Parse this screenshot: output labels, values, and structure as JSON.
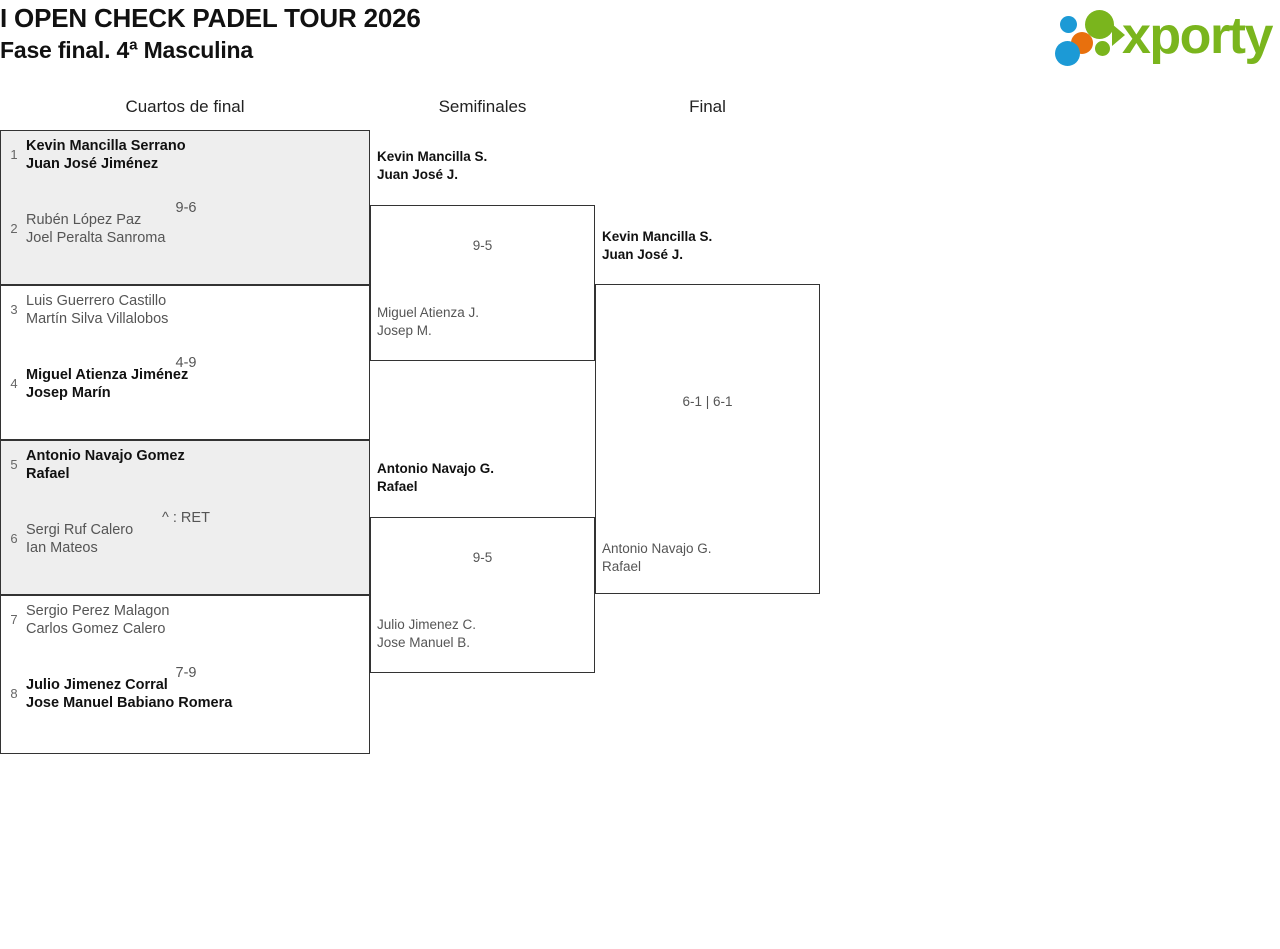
{
  "header": {
    "tournament_title": "I OPEN CHECK PADEL TOUR 2026",
    "subtitle": "Fase final. 4ª Masculina",
    "logo": {
      "wordmark": "xporty",
      "icon_name": "xporty-dots-logo",
      "colors": {
        "green": "#7ab51d",
        "blue": "#1c9ad6",
        "orange": "#e8700d"
      }
    }
  },
  "rounds": {
    "quarterfinals_label": "Cuartos de final",
    "semifinals_label": "Semifinales",
    "final_label": "Final"
  },
  "bracket": {
    "quarterfinals": [
      {
        "score": "9-6",
        "top": {
          "seed": "1",
          "player1": "Kevin Mancilla Serrano",
          "player2": "Juan José Jiménez",
          "result": "winner"
        },
        "bottom": {
          "seed": "2",
          "player1": "Rubén López Paz",
          "player2": "Joel Peralta Sanroma",
          "result": "loser"
        }
      },
      {
        "score": "4-9",
        "top": {
          "seed": "3",
          "player1": "Luis Guerrero Castillo",
          "player2": "Martín Silva Villalobos",
          "result": "loser"
        },
        "bottom": {
          "seed": "4",
          "player1": "Miguel Atienza Jiménez",
          "player2": "Josep Marín",
          "result": "winner"
        }
      },
      {
        "score": "^ : RET",
        "top": {
          "seed": "5",
          "player1": "Antonio Navajo Gomez",
          "player2": "Rafael",
          "result": "winner"
        },
        "bottom": {
          "seed": "6",
          "player1": "Sergi Ruf Calero",
          "player2": "Ian Mateos",
          "result": "loser"
        }
      },
      {
        "score": "7-9",
        "top": {
          "seed": "7",
          "player1": "Sergio Perez Malagon",
          "player2": "Carlos Gomez Calero",
          "result": "loser"
        },
        "bottom": {
          "seed": "8",
          "player1": "Julio Jimenez Corral",
          "player2": "Jose Manuel Babiano Romera",
          "result": "winner"
        }
      }
    ],
    "semifinals": [
      {
        "score": "9-5",
        "top": {
          "player1": "Kevin Mancilla S.",
          "player2": "Juan José J.",
          "result": "winner"
        },
        "bottom": {
          "player1": "Miguel Atienza J.",
          "player2": "Josep M.",
          "result": "loser"
        }
      },
      {
        "score": "9-5",
        "top": {
          "player1": "Antonio Navajo G.",
          "player2": "Rafael",
          "result": "winner"
        },
        "bottom": {
          "player1": "Julio Jimenez C.",
          "player2": "Jose Manuel B.",
          "result": "loser"
        }
      }
    ],
    "final": {
      "score": "6-1 | 6-1",
      "top": {
        "player1": "Kevin Mancilla S.",
        "player2": "Juan José J.",
        "result": "winner"
      },
      "bottom": {
        "player1": "Antonio Navajo G.",
        "player2": "Rafael",
        "result": "loser"
      }
    }
  }
}
